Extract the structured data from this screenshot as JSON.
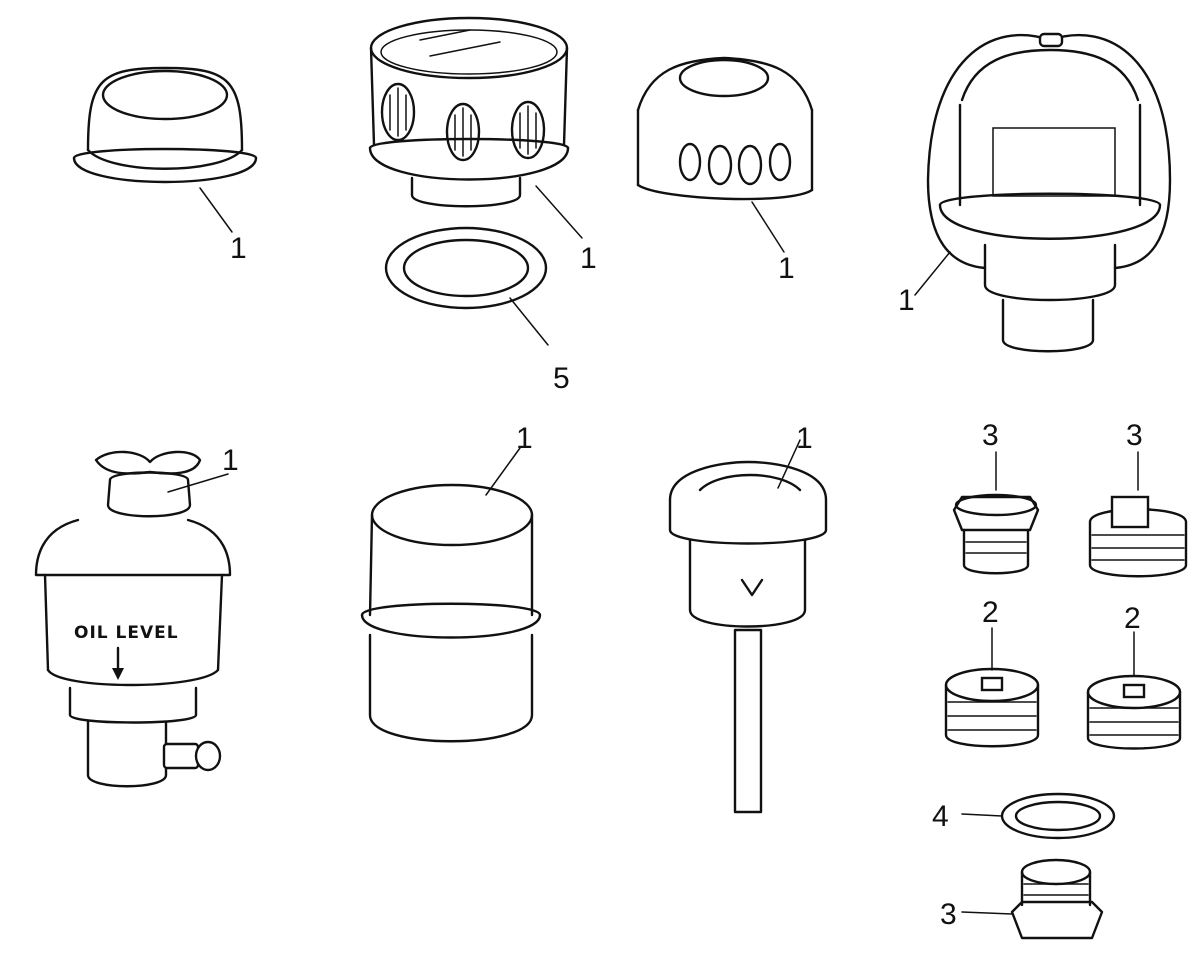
{
  "diagram": {
    "callouts": {
      "c1_cap": "1",
      "c1_breather": "1",
      "c5_gasket": "5",
      "c1_holes_cap": "1",
      "c1_bail": "1",
      "c3_plug_a": "3",
      "c3_plug_b": "3",
      "c1_oiler": "1",
      "c1_canister": "1",
      "c1_dipstick": "1",
      "c2_plug_a": "2",
      "c2_plug_b": "2",
      "c4_washer": "4",
      "c3_plug_c": "3"
    },
    "oiler_text": "OIL LEVEL"
  }
}
